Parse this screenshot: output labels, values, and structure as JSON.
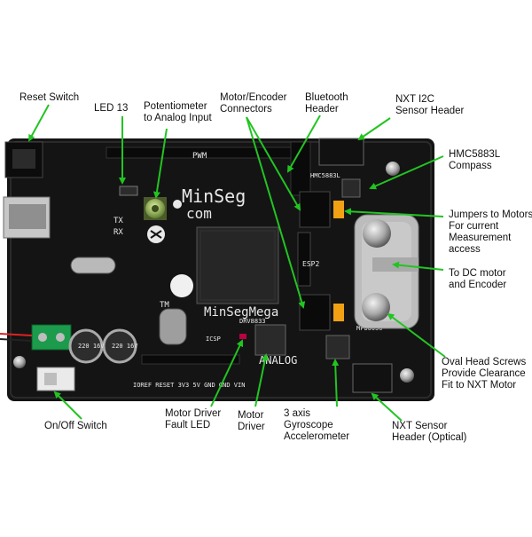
{
  "board": {
    "brand_top": "MinSeg",
    "brand_bottom": "com",
    "model_text": "MinSegMega",
    "pwm_text": "PWM",
    "analog_text": "ANALOG",
    "tx_text": "TX",
    "rx_text": "RX",
    "drv_chip_text": "DRV8833",
    "mpu_chip_text": "MPU6050",
    "hmc_chip_text": "HMC5883L",
    "icsp_text": "ICSP",
    "esp_text": "ESP2",
    "tm_text": "TM",
    "cap1_text": "220 16V",
    "cap2_text": "220 16V",
    "power_pins_text": "IOREF RESET 3V3 5V GND GND VIN"
  },
  "labels": {
    "reset_switch": "Reset Switch",
    "led13": "LED 13",
    "pot_line1": "Potentiometer",
    "pot_line2": "to Analog Input",
    "motor_enc_line1": "Motor/Encoder",
    "motor_enc_line2": "Connectors",
    "bt_line1": "Bluetooth",
    "bt_line2": "Header",
    "nxt_i2c_line1": "NXT I2C",
    "nxt_i2c_line2": "Sensor Header",
    "hmc_line1": "HMC5883L",
    "hmc_line2": "Compass",
    "jumpers_line1": "Jumpers to Motors",
    "jumpers_line2": "For current",
    "jumpers_line3": "Measurement",
    "jumpers_line4": "access",
    "dc_line1": "To DC motor",
    "dc_line2": "and Encoder",
    "oval_line1": "Oval Head Screws",
    "oval_line2": "Provide Clearance",
    "oval_line3": "Fit to NXT Motor",
    "onoff": "On/Off Switch",
    "fault_line1": "Motor Driver",
    "fault_line2": "Fault LED",
    "driver_line1": "Motor",
    "driver_line2": "Driver",
    "gyro_line1": "3 axis",
    "gyro_line2": "Gyroscope",
    "gyro_line3": "Accelerometer",
    "nxt_opt_line1": "NXT Sensor",
    "nxt_opt_line2": "Header (Optical)"
  },
  "colors": {
    "arrow": "#22c422",
    "board": "#161616",
    "silkscreen": "#e8e8e8"
  }
}
